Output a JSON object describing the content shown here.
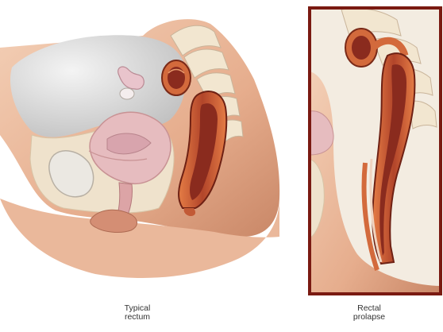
{
  "figure": {
    "panels": [
      {
        "id": "typical",
        "caption": "Typical\nrectum"
      },
      {
        "id": "prolapse",
        "caption": "Rectal\nprolapse"
      }
    ],
    "colors": {
      "skin": "#e9b394",
      "skin_shadow": "#c98767",
      "tissue": "#efe2cc",
      "organ_pink": "#e6bcbf",
      "rectum_outer": "#d36a3c",
      "rectum_inner": "#8a2b1e",
      "frame": "#7a1a12",
      "cavity": "#cfcfcf"
    }
  }
}
